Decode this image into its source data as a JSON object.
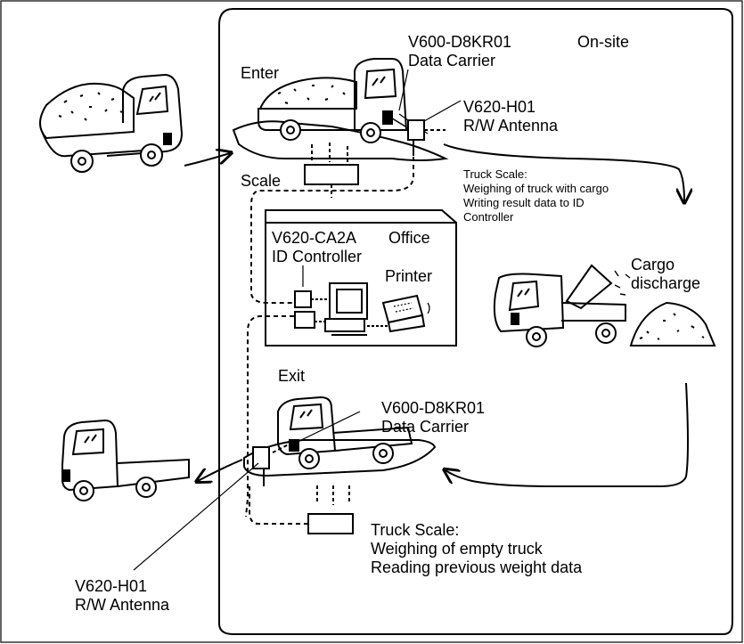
{
  "labels": {
    "on_site": "On-site",
    "enter": "Enter",
    "scale": "Scale",
    "office": "Office",
    "printer": "Printer",
    "exit": "Exit",
    "cargo_discharge_1": "Cargo",
    "cargo_discharge_2": "discharge",
    "data_carrier_top_1": "V600-D8KR01",
    "data_carrier_top_2": "Data Carrier",
    "antenna_top_1": "V620-H01",
    "antenna_top_2": "R/W Antenna",
    "controller_1": "V620-CA2A",
    "controller_2": "ID Controller",
    "data_carrier_exit_1": "V600-D8KR01",
    "data_carrier_exit_2": "Data Carrier",
    "antenna_exit_1": "V620-H01",
    "antenna_exit_2": "R/W Antenna"
  },
  "notes": {
    "scale_enter": [
      "Truck Scale:",
      "Weighing of truck with cargo",
      "Writing result data to ID",
      "Controller"
    ],
    "scale_exit": [
      "Truck Scale:",
      "Weighing of empty truck",
      "Reading previous weight data"
    ]
  }
}
